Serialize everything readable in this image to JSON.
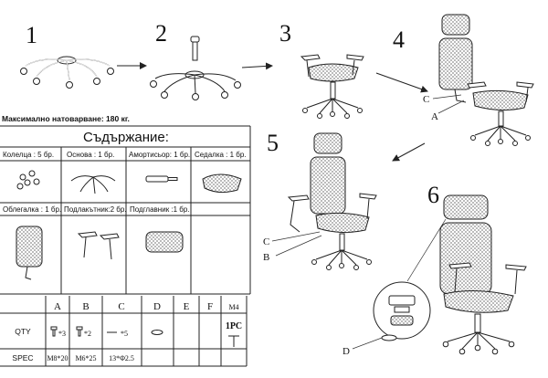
{
  "steps": [
    "1",
    "2",
    "3",
    "4",
    "5",
    "6"
  ],
  "max_load": "Максимално натоварване: 180 кг.",
  "contents_title": "Съдържание:",
  "parts": [
    {
      "label": "Колелца : 5 бр."
    },
    {
      "label": "Основа : 1 бр."
    },
    {
      "label": "Амортисьор: 1 бр."
    },
    {
      "label": "Седалка : 1 бр."
    },
    {
      "label": "Облегалка : 1 бр."
    },
    {
      "label": "Подлакътник:2 бр."
    },
    {
      "label": "Подглавник :1 бр."
    }
  ],
  "callouts": {
    "step4": [
      "C",
      "A"
    ],
    "step5": [
      "C",
      "B"
    ],
    "step6": [
      "D"
    ]
  },
  "hardware_table": {
    "columns": [
      "A",
      "B",
      "C",
      "D",
      "E",
      "F"
    ],
    "extra_column": "M4",
    "row_labels": [
      "QTY",
      "SPEC"
    ],
    "qty": [
      "*3",
      "*2",
      "*5",
      "",
      "",
      ""
    ],
    "spec": [
      "M8*20",
      "M6*25",
      "13*Φ2.5",
      "",
      "",
      ""
    ],
    "extra_qty": "1PC"
  }
}
